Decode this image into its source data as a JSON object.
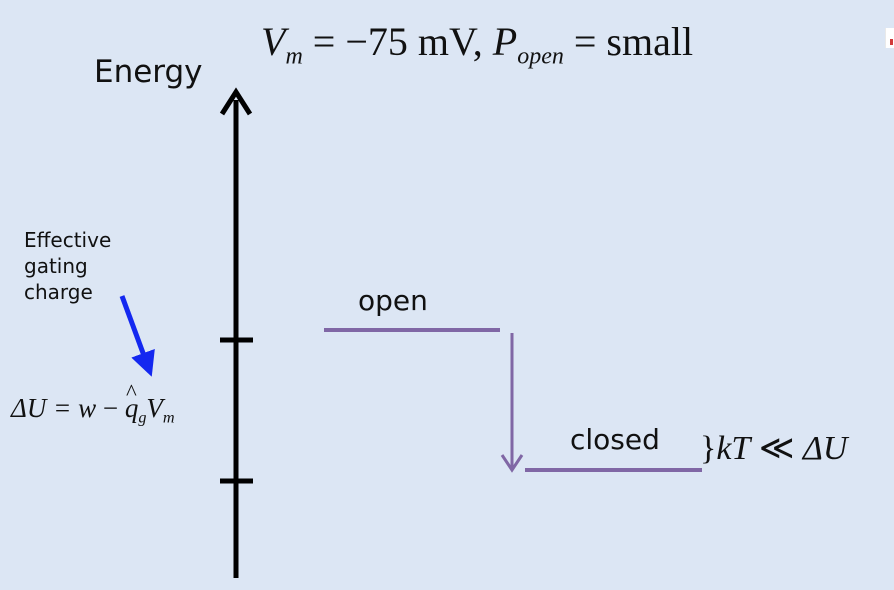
{
  "header": {
    "v_symbol": "V",
    "v_sub": "m",
    "v_value": " = −75 mV, ",
    "p_symbol": "P",
    "p_sub": "open",
    "p_value": " = small"
  },
  "axis": {
    "label": "Energy"
  },
  "annotation": {
    "line1": "Effective",
    "line2": "gating",
    "line3": "charge"
  },
  "equation": {
    "lhs": "ΔU = ",
    "w": "w",
    "minus": " − ",
    "q": "q",
    "q_sub": "g",
    "v": "V",
    "v_sub": "m"
  },
  "states": {
    "open_label": "open",
    "closed_label": "closed"
  },
  "relation": {
    "brace": "}",
    "kt": "kT",
    "rel": " ≪ ",
    "du": "ΔU"
  },
  "colors": {
    "background": "#dce6f4",
    "axis": "#000000",
    "level": "#8067a5",
    "arrow_blue": "#1428f0"
  }
}
